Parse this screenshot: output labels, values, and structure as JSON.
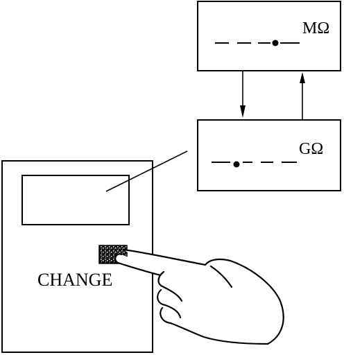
{
  "upper_display": {
    "unit": "MΩ",
    "segments": [
      "–",
      "–",
      "–",
      "●",
      "–"
    ]
  },
  "lower_display": {
    "unit": "GΩ",
    "segments": [
      "–",
      "●",
      "–",
      "–",
      "–"
    ]
  },
  "meter": {
    "button_label": "CHANGE",
    "button_icon": "speckled-button-icon"
  },
  "hand_icon": "pointing-hand-icon",
  "arrow_icons": [
    "arrow-down-icon",
    "arrow-up-icon"
  ]
}
